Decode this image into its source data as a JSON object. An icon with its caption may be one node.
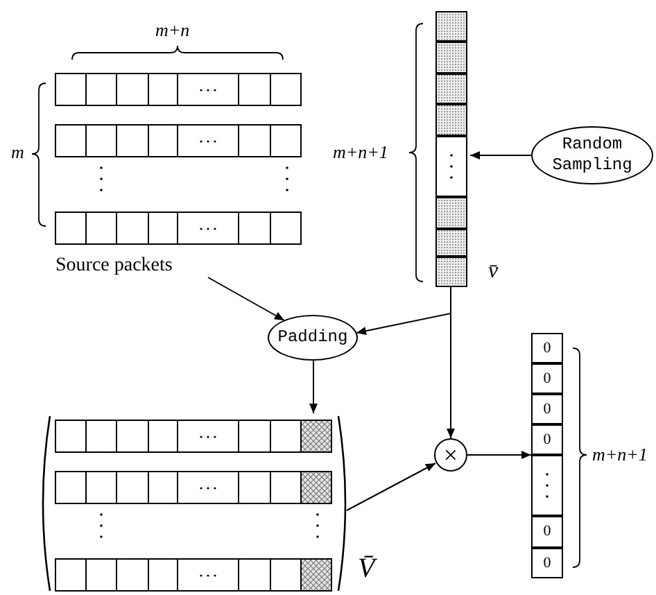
{
  "diagram": {
    "nodes": [
      {
        "text": [
          "Source packets"
        ]
      },
      {
        "text": [],
        "shape": "bar",
        "beside": [
          "v̄"
        ]
      },
      {
        "text": [
          "Random Sampling"
        ]
      },
      {
        "text": [
          "Padding"
        ]
      },
      {
        "text": [],
        "shape": "box",
        "beside": [
          "V̄"
        ]
      },
      {
        "text": [
          "×"
        ]
      },
      {
        "text": [
          "0",
          "0",
          "0",
          "0",
          "0",
          "0"
        ]
      }
    ],
    "edges": [
      {
        "from": 2,
        "to": 1,
        "arrow": "to"
      },
      {
        "from": 0,
        "to": 3,
        "arrow": "to"
      },
      {
        "from": 1,
        "to": 3,
        "arrow": "to"
      },
      {
        "from": 3,
        "to": 4,
        "arrow": "to"
      },
      {
        "from": 1,
        "to": 5,
        "arrow": "to"
      },
      {
        "from": 4,
        "to": 5,
        "arrow": "to"
      },
      {
        "from": 5,
        "to": 6,
        "arrow": "to"
      }
    ],
    "labels": [
      "m+n",
      "m",
      "m+n+1",
      "m+n+1"
    ]
  }
}
